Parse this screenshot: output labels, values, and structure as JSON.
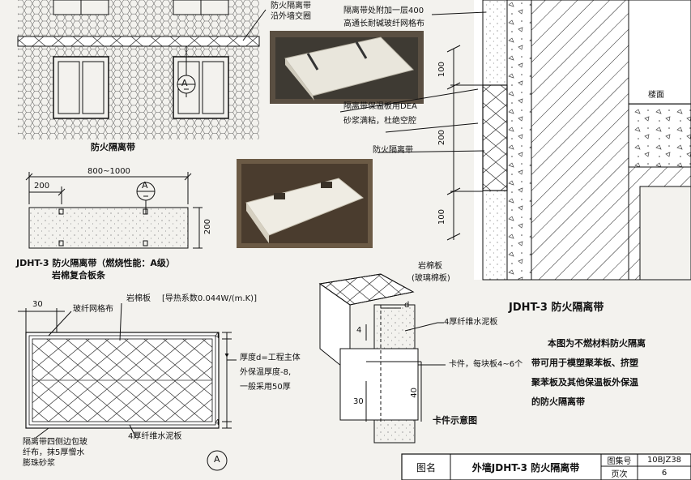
{
  "labels": {
    "fire_band_along_wall": "防火隔离带",
    "along_wall_line2": "沿外墙交圈",
    "fire_band_title_left": "防火隔离带",
    "top_note_line1": "隔离带处附加一层400",
    "top_note_line2": "高通长耐碱玻纤网格布",
    "dea_note_line1": "隔离带保温板用DEA",
    "dea_note_line2": "砂浆满粘，杜绝空腔",
    "fire_band_mid": "防火隔离带",
    "floor_slab": "楼面",
    "dim_800_1000": "800~1000",
    "dim_200_top": "200",
    "dim_200_side": "200",
    "product_line1": "JDHT-3 防火隔离带（燃烧性能：A级）",
    "product_line2": "岩棉复合板条",
    "dim_30": "30",
    "mesh_label": "玻纤网格布",
    "rock_wool_label": "岩棉板",
    "conductivity": "[导热系数0.044W/(m.K)]",
    "dim_4_top": "4",
    "dim_4_bottom": "4",
    "thickness_line1": "厚度d=工程主体",
    "thickness_line2": "外保温厚度-8,",
    "thickness_line3": "一般采用50厚",
    "wrap_line1": "隔离带四侧边包玻",
    "wrap_line2": "纤布，抹5厚憎水",
    "wrap_line3": "膨珠砂浆",
    "cement_board_bottom": "4厚纤维水泥板",
    "section_mark": "A",
    "rock_wool_glass_line1": "岩棉板",
    "rock_wool_glass_line2": "(玻璃棉板)",
    "cement_board_right": "4厚纤维水泥板",
    "clip_note": "卡件，每块板4~6个",
    "dim_d": "d",
    "dim_4_clip": "4",
    "dim_40": "40",
    "dim_30_clip": "30",
    "clip_title": "卡件示意图",
    "section_title": "JDHT-3 防火隔离带",
    "dim_100_top": "100",
    "dim_200_mid": "200",
    "dim_100_bottom": "100",
    "description_line1": "本图为不燃材料防火隔离",
    "description_line2": "带可用于模塑聚苯板、挤塑",
    "description_line3": "聚苯板及其他保温板外保温",
    "description_line4": "的防火隔离带"
  },
  "title_block": {
    "drawing_name_label": "图名",
    "drawing_name": "外墙JDHT-3 防火隔离带",
    "atlas_no_label": "图集号",
    "atlas_no": "10BJZ38",
    "page_label": "页次",
    "page_no": "6"
  },
  "colors": {
    "line": "#1a1a1a",
    "paper": "#f3f2ee",
    "photo_dark": "#3a3228",
    "board": "#ece9e0"
  }
}
